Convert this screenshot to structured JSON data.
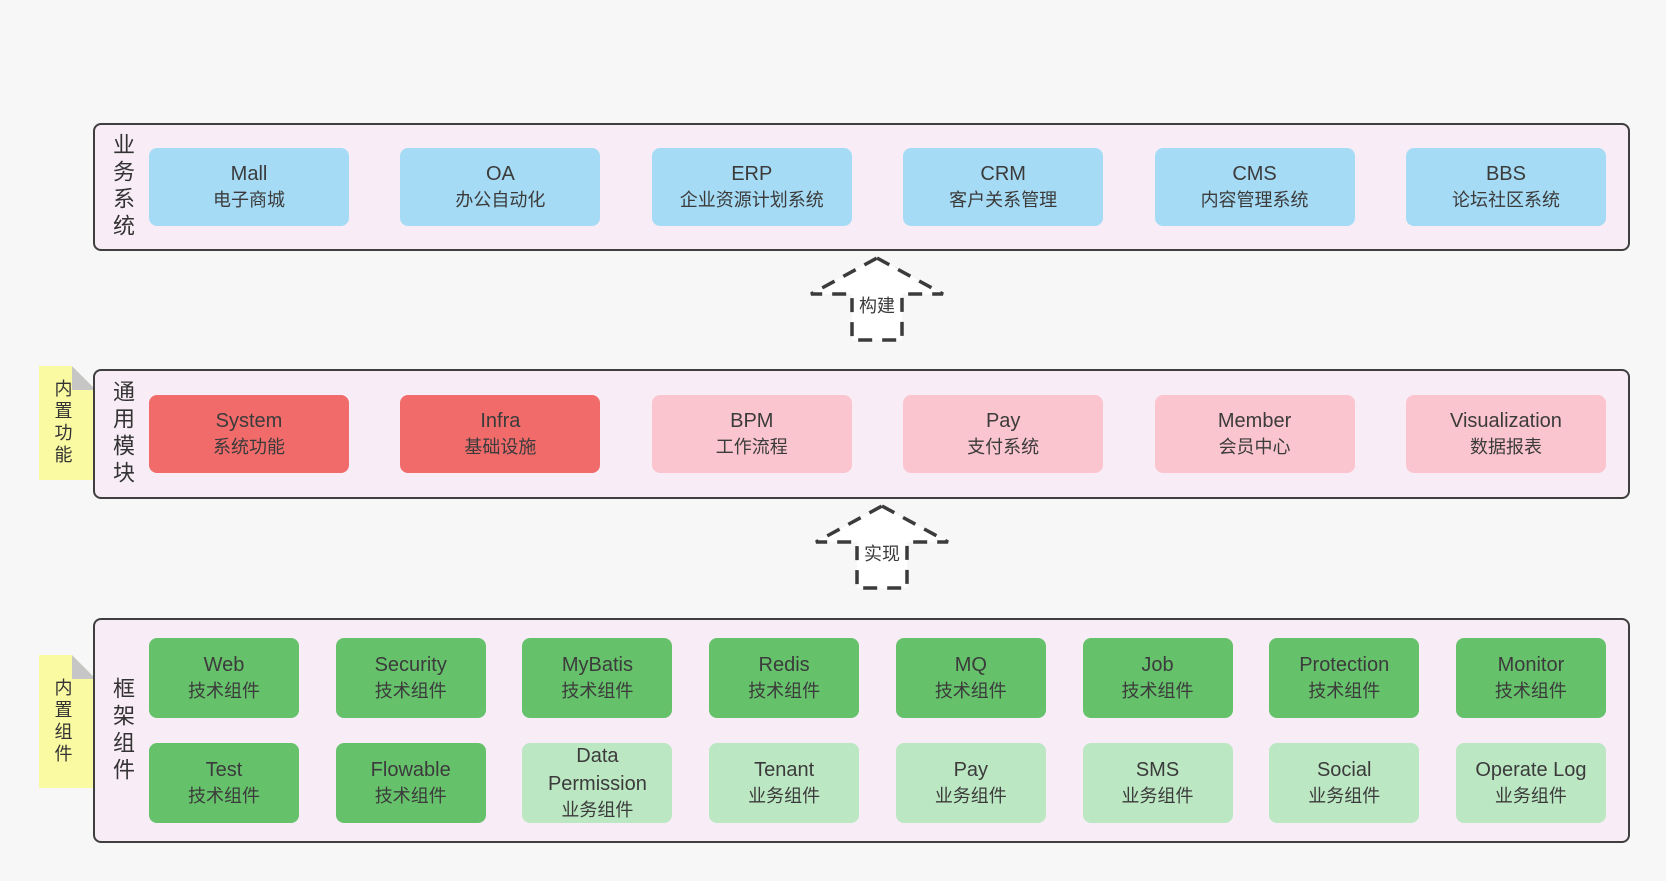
{
  "page": {
    "background": "#f7f7f7"
  },
  "colors": {
    "container_bg": "#f8edf6",
    "container_border": "#3f3f3f",
    "business_blue": "#a6dbf5",
    "module_red": "#f16b6b",
    "module_pink": "#fbc5cf",
    "component_green_dark": "#66c16b",
    "component_green_light": "#bce7c3",
    "note_yellow": "#fafaa3",
    "note_fold_gray": "#c6c6c6",
    "text": "#3b3b3b"
  },
  "arrows": [
    {
      "label": "构建"
    },
    {
      "label": "实现"
    }
  ],
  "notes": [
    {
      "label": "内置功能"
    },
    {
      "label": "内置组件"
    }
  ],
  "bands": [
    {
      "label": "业务系统",
      "boxes": [
        {
          "en": "Mall",
          "zh": "电子商城"
        },
        {
          "en": "OA",
          "zh": "办公自动化"
        },
        {
          "en": "ERP",
          "zh": "企业资源计划系统"
        },
        {
          "en": "CRM",
          "zh": "客户关系管理"
        },
        {
          "en": "CMS",
          "zh": "内容管理系统"
        },
        {
          "en": "BBS",
          "zh": "论坛社区系统"
        }
      ]
    },
    {
      "label": "通用模块",
      "boxes": [
        {
          "en": "System",
          "zh": "系统功能"
        },
        {
          "en": "Infra",
          "zh": "基础设施"
        },
        {
          "en": "BPM",
          "zh": "工作流程"
        },
        {
          "en": "Pay",
          "zh": "支付系统"
        },
        {
          "en": "Member",
          "zh": "会员中心"
        },
        {
          "en": "Visualization",
          "zh": "数据报表"
        }
      ]
    },
    {
      "label": "框架组件",
      "rows": [
        [
          {
            "en": "Web",
            "zh": "技术组件"
          },
          {
            "en": "Security",
            "zh": "技术组件"
          },
          {
            "en": "MyBatis",
            "zh": "技术组件"
          },
          {
            "en": "Redis",
            "zh": "技术组件"
          },
          {
            "en": "MQ",
            "zh": "技术组件"
          },
          {
            "en": "Job",
            "zh": "技术组件"
          },
          {
            "en": "Protection",
            "zh": "技术组件"
          },
          {
            "en": "Monitor",
            "zh": "技术组件"
          }
        ],
        [
          {
            "en": "Test",
            "zh": "技术组件"
          },
          {
            "en": "Flowable",
            "zh": "技术组件"
          },
          {
            "en": "Data Permission",
            "zh": "业务组件"
          },
          {
            "en": "Tenant",
            "zh": "业务组件"
          },
          {
            "en": "Pay",
            "zh": "业务组件"
          },
          {
            "en": "SMS",
            "zh": "业务组件"
          },
          {
            "en": "Social",
            "zh": "业务组件"
          },
          {
            "en": "Operate Log",
            "zh": "业务组件"
          }
        ]
      ]
    }
  ]
}
